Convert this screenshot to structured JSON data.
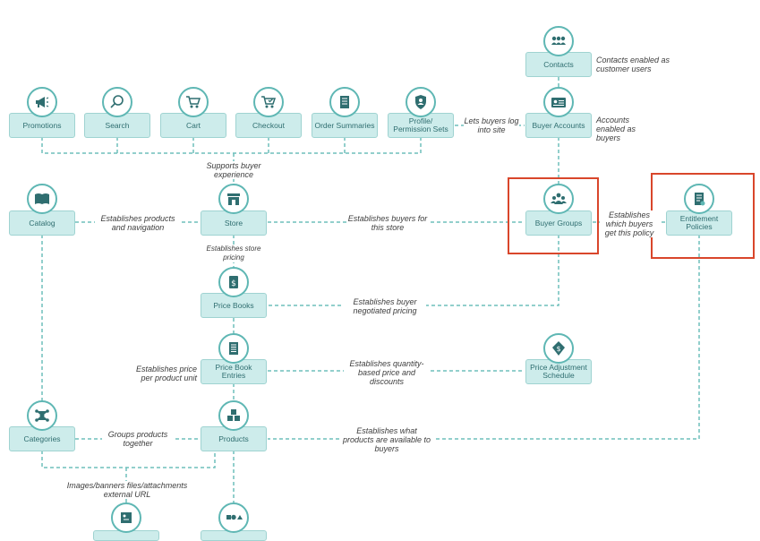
{
  "nodes": {
    "contacts": "Contacts",
    "promotions": "Promotions",
    "search": "Search",
    "cart": "Cart",
    "checkout": "Checkout",
    "order_summaries": "Order Summaries",
    "profile_permission_sets": "Profile/ Permission Sets",
    "buyer_accounts": "Buyer Accounts",
    "catalog": "Catalog",
    "store": "Store",
    "buyer_groups": "Buyer Groups",
    "entitlement_policies": "Entitlement Policies",
    "price_books": "Price Books",
    "price_book_entries": "Price Book Entries",
    "price_adjustment_schedule": "Price Adjustment Schedule",
    "categories": "Categories",
    "products": "Products"
  },
  "labels": {
    "contacts_enabled": "Contacts enabled as customer users",
    "lets_buyers_log_in": "Lets buyers log into site",
    "accounts_enabled": "Accounts enabled as buyers",
    "supports_buyer_experience": "Supports buyer experience",
    "establishes_products_navigation": "Establishes products and navigation",
    "establishes_buyers_store": "Establishes buyers for this store",
    "establishes_which_buyers": "Establishes which buyers get this policy",
    "establishes_store_pricing": "Establishes store pricing",
    "establishes_negotiated_pricing": "Establishes buyer negotiated pricing",
    "establishes_price_per_unit": "Establishes price per product unit",
    "establishes_quantity_pricing": "Establishes quantity-based price and discounts",
    "groups_products": "Groups products together",
    "establishes_products_available": "Establishes what products are available to buyers",
    "images_banners": "Images/banners files/attachments external URL"
  },
  "highlighted": [
    "Buyer Groups",
    "Entitlement Policies"
  ],
  "colors": {
    "node_fill": "#cdeceb",
    "line": "#6fbfbc",
    "icon_border": "#5fb7b4",
    "highlight": "#d9462b"
  }
}
